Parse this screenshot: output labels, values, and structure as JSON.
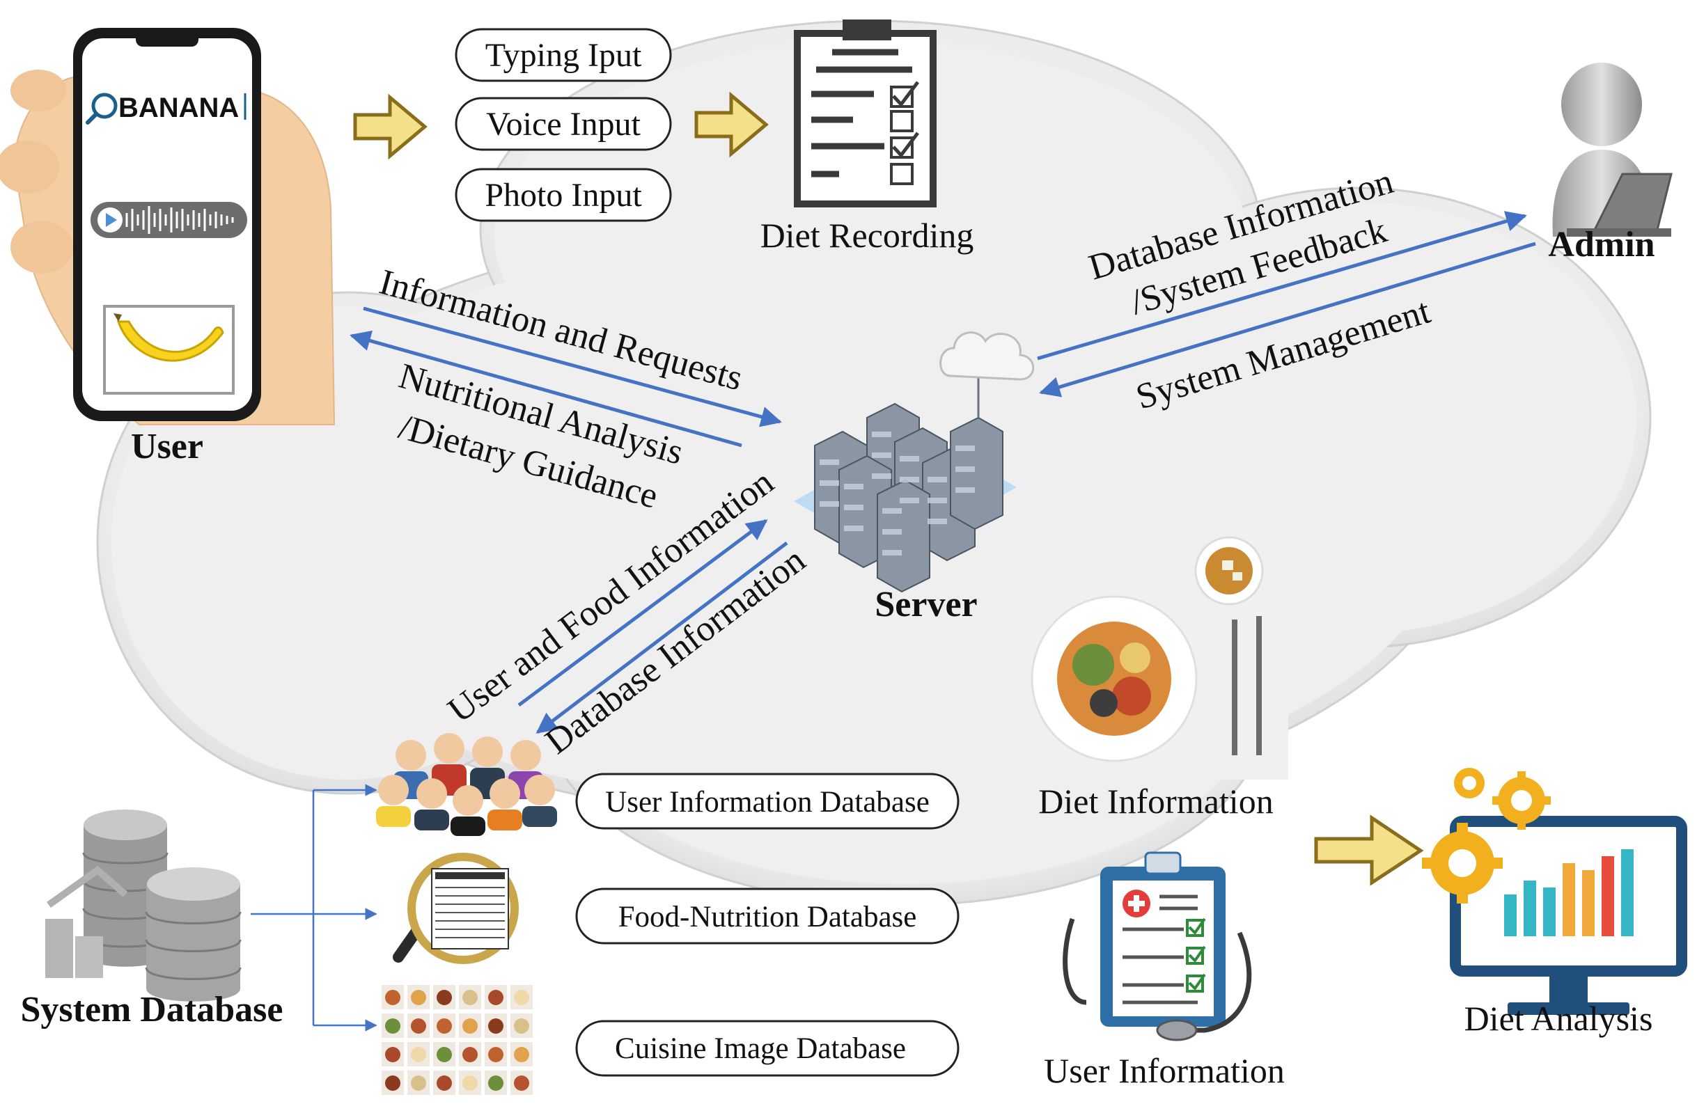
{
  "actors": {
    "user": "User",
    "admin": "Admin",
    "server": "Server",
    "system_database": "System Database"
  },
  "phone": {
    "search_text": "BANANA"
  },
  "inputs": [
    "Typing Iput",
    "Voice Input",
    "Photo Input"
  ],
  "diet_recording": "Diet Recording",
  "flows": {
    "user_to_server": "Information and Requests",
    "server_to_user_1": "Nutritional Analysis",
    "server_to_user_2": "/Dietary Guidance",
    "server_to_admin_1": "Database Information",
    "server_to_admin_2": "/System Feedback",
    "admin_to_server": "System Management",
    "db_to_server": "User and Food Information",
    "server_to_db": "Database Information"
  },
  "databases": [
    "User Information Database",
    "Food-Nutrition Database",
    "Cuisine Image Database"
  ],
  "outputs": {
    "diet_information": "Diet Information",
    "user_information": "User Information",
    "diet_analysis": "Diet Analysis"
  },
  "colors": {
    "flow_arrow": "#4472C4",
    "block_arrow_fill": "#F5E08A",
    "block_arrow_stroke": "#8A6D1A",
    "cloud": "#EDEDED",
    "chart_bars": [
      "#35B6C4",
      "#E94B3C",
      "#F2A93B"
    ]
  }
}
